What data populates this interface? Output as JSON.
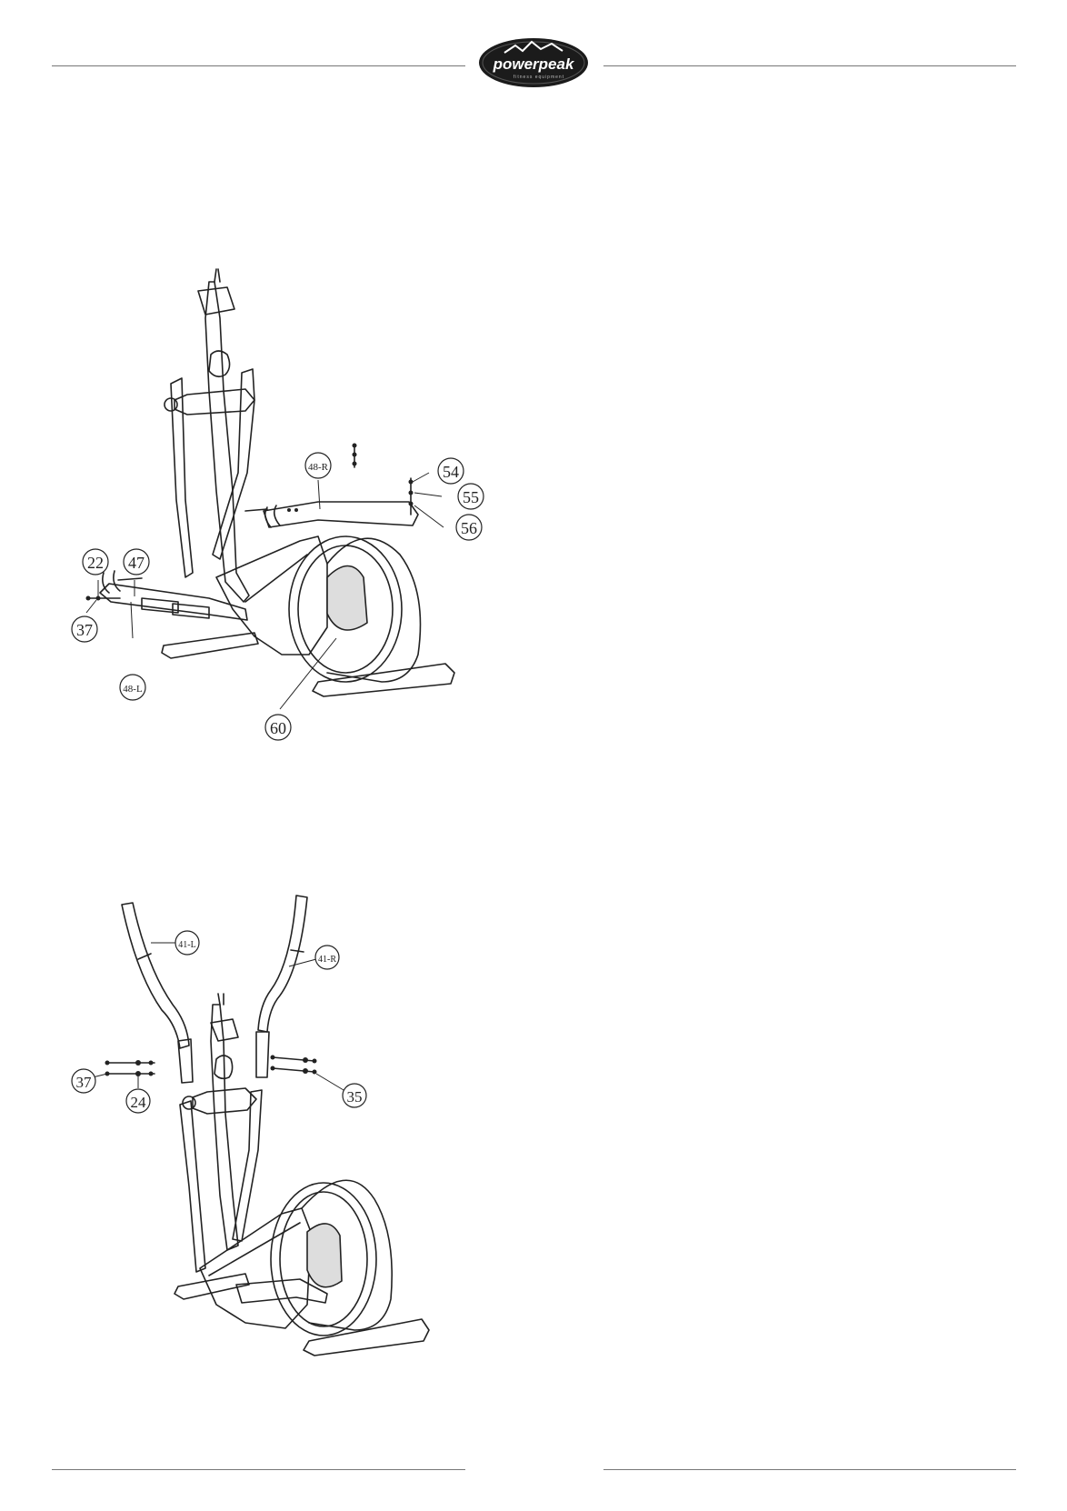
{
  "header": {
    "brand": "powerpeak",
    "tagline": "fitness equipment"
  },
  "figure_top": {
    "callouts": [
      "22",
      "47",
      "37",
      "48-L",
      "48-R",
      "54",
      "55",
      "56",
      "60"
    ]
  },
  "figure_bottom": {
    "callouts": [
      "41-L",
      "41-R",
      "37",
      "24",
      "35"
    ]
  },
  "colors": {
    "line": "#222222",
    "rule": "#777777",
    "logo_bg": "#1b1b1b",
    "logo_text": "#ffffff"
  }
}
